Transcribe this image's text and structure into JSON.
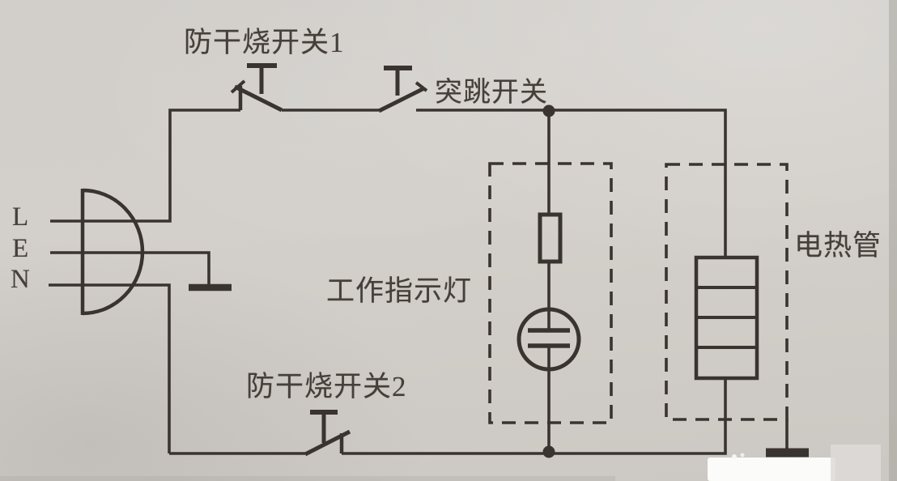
{
  "diagram": {
    "labels": {
      "anti_dry_switch_1": "防干烧开关1",
      "snap_switch": "突跳开关",
      "work_indicator": "工作指示灯",
      "anti_dry_switch_2": "防干烧开关2",
      "heating_tube": "电热管",
      "terminal_l": "L",
      "terminal_e": "E",
      "terminal_n": "N"
    },
    "colors": {
      "paper": "#d1cdc8",
      "line": "#3a3430",
      "text": "#454039"
    }
  }
}
